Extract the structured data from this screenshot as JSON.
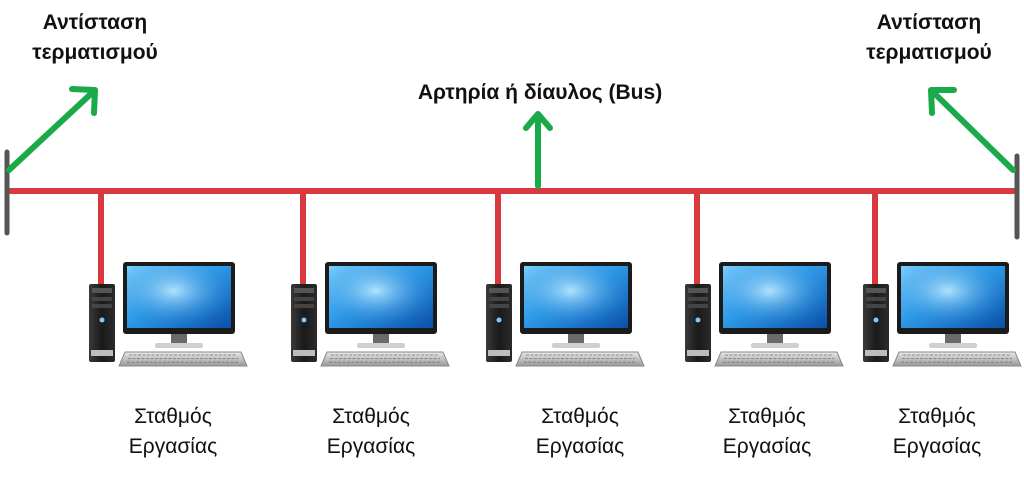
{
  "labels": {
    "terminator_left": [
      "Αντίσταση",
      "τερματισμού"
    ],
    "terminator_right": [
      "Αντίσταση",
      "τερματισμού"
    ],
    "bus": "Αρτηρία ή δίαυλος (Bus)"
  },
  "workstations": [
    {
      "line1": "Σταθμός",
      "line2": "Εργασίας"
    },
    {
      "line1": "Σταθμός",
      "line2": "Εργασίας"
    },
    {
      "line1": "Σταθμός",
      "line2": "Εργασίας"
    },
    {
      "line1": "Σταθμός",
      "line2": "Εργασίας"
    },
    {
      "line1": "Σταθμός",
      "line2": "Εργασίας"
    }
  ],
  "colors": {
    "bus_line": "#d9393e",
    "arrow": "#1aaa4a",
    "terminator": "#555555",
    "text": "#111111"
  },
  "icons": {
    "workstation": "desktop-computer-icon"
  }
}
